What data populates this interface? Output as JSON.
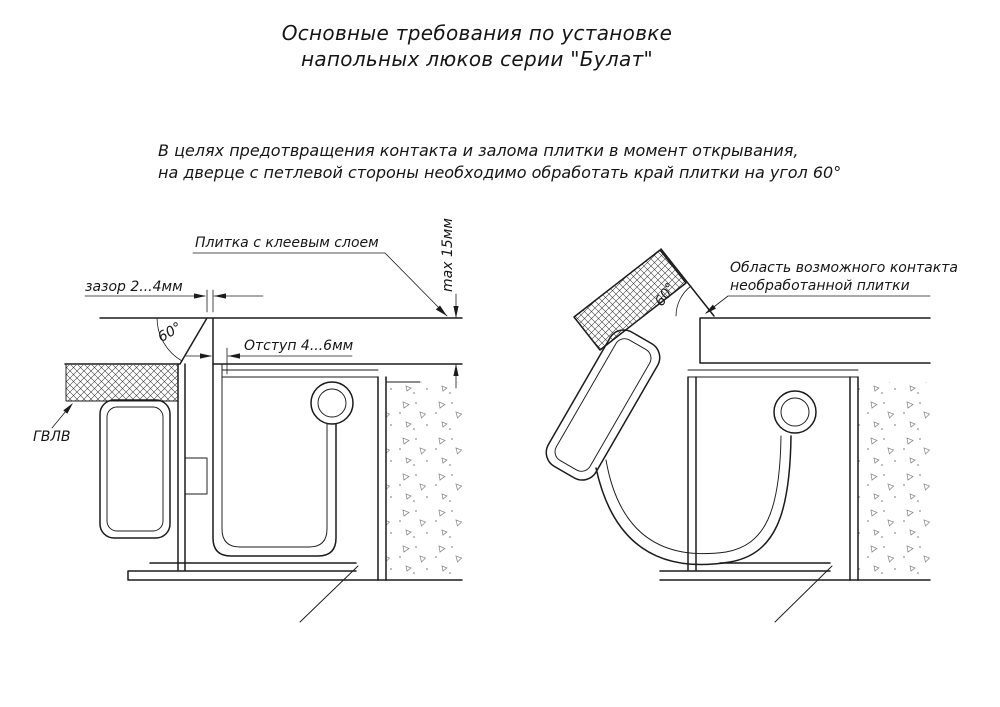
{
  "title": {
    "line1": "Основные требования по установке",
    "line2": "напольных люков серии \"Булат\""
  },
  "note": {
    "line1": "В целях предотвращения контакта и залома плитки в момент открывания,",
    "line2": "на дверце с петлевой стороны необходимо обработать край плитки на угол 60°"
  },
  "left": {
    "tile_label": "Плитка с клеевым слоем",
    "gap_label": "зазор 2...4мм",
    "angle_label": "60°",
    "offset_label": "Отступ 4...6мм",
    "max_label": "max 15мм",
    "gvl_label": "ГВЛВ"
  },
  "right": {
    "contact_line1": "Область возможного контакта",
    "contact_line2": "необработанной плитки",
    "angle_label": "60°"
  },
  "colors": {
    "line": "#1b1b1b",
    "background": "#ffffff"
  }
}
